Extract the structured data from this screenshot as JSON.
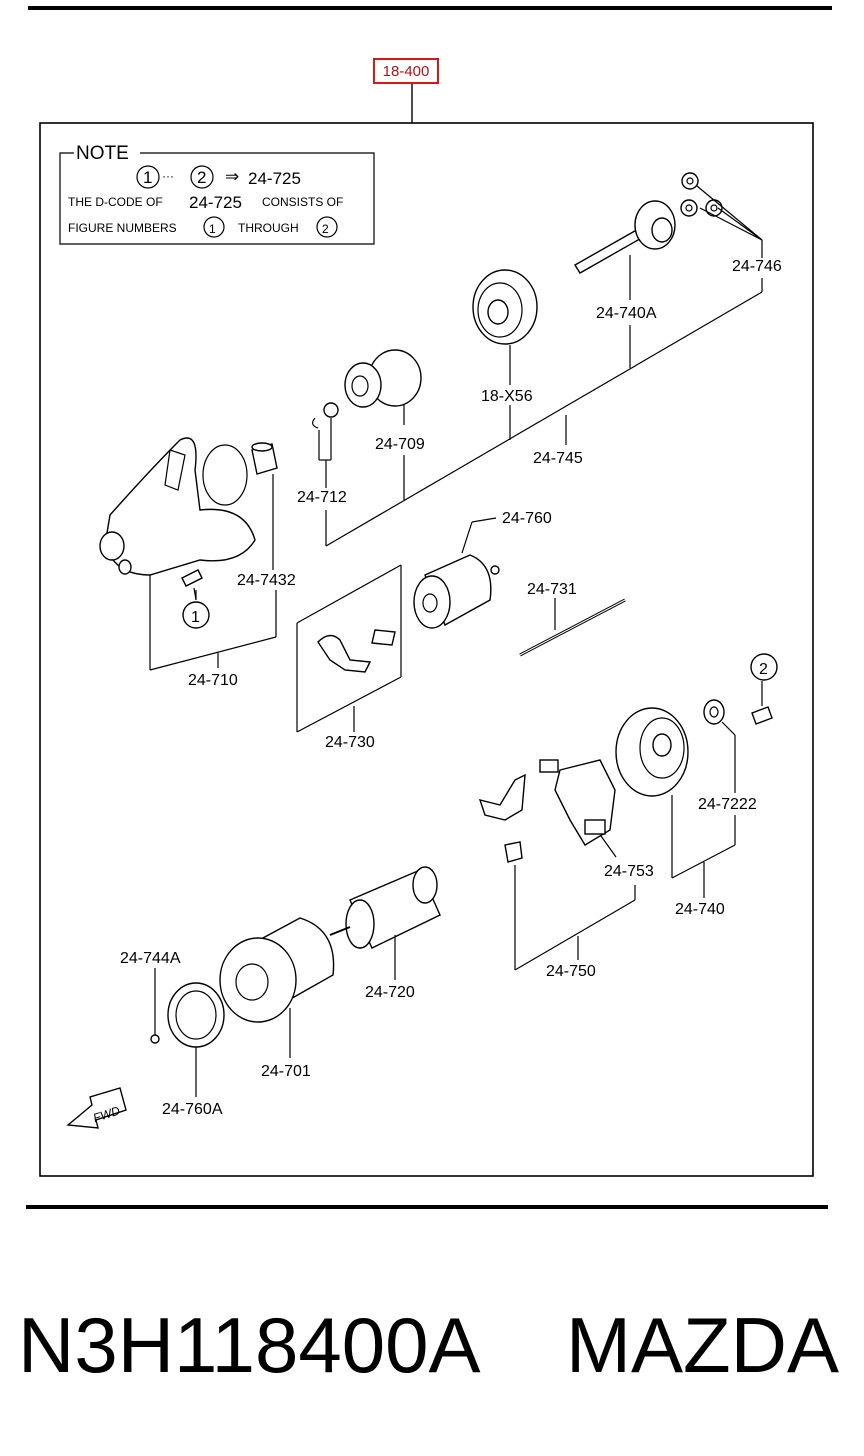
{
  "header": {
    "ref_code": "18-400"
  },
  "note": {
    "title": "NOTE",
    "line1": {
      "from": "1",
      "dots": "···",
      "to": "2",
      "arrow": "⇒",
      "code": "24-725"
    },
    "line2": {
      "prefix": "THE D-CODE OF",
      "code": "24-725",
      "suffix": "CONSISTS OF"
    },
    "line3": {
      "prefix": "FIGURE NUMBERS",
      "from": "1",
      "middle": "THROUGH",
      "to": "2"
    }
  },
  "parts": {
    "p24_746": "24-746",
    "p24_740A": "24-740A",
    "p18_X56": "18-X56",
    "p24_709": "24-709",
    "p24_745": "24-745",
    "p24_712": "24-712",
    "p24_760": "24-760",
    "p24_7432": "24-7432",
    "p24_731": "24-731",
    "p24_710": "24-710",
    "p24_730": "24-730",
    "p24_7222": "24-7222",
    "p24_753": "24-753",
    "p24_740": "24-740",
    "p24_744A": "24-744A",
    "p24_720": "24-720",
    "p24_750": "24-750",
    "p24_701": "24-701",
    "p24_760A": "24-760A"
  },
  "markers": {
    "m1": "1",
    "m2": "2"
  },
  "fwd": "FWD",
  "footer": {
    "part_number": "N3H118400A",
    "brand": "MAZDA"
  }
}
